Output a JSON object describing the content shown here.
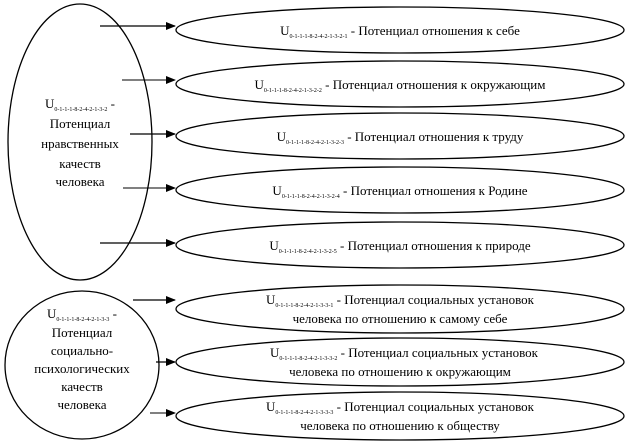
{
  "groups": [
    {
      "parent": {
        "symbol": "U",
        "subscript": "0-1-1-1-8-2-4-2-1-3-2",
        "dash": " -",
        "lines": [
          "Потенциал",
          "нравственных",
          "качеств",
          "человека"
        ]
      },
      "children": [
        {
          "symbol": "U",
          "subscript": "0-1-1-1-8-2-4-2-1-3-2-1",
          "lines": [
            " - Потенциал отношения к себе"
          ]
        },
        {
          "symbol": "U",
          "subscript": "0-1-1-1-8-2-4-2-1-3-2-2",
          "lines": [
            " - Потенциал отношения к окружающим"
          ]
        },
        {
          "symbol": "U",
          "subscript": "0-1-1-1-8-2-4-2-1-3-2-3",
          "lines": [
            " - Потенциал отношения к труду"
          ]
        },
        {
          "symbol": "U",
          "subscript": "0-1-1-1-8-2-4-2-1-3-2-4",
          "lines": [
            " - Потенциал отношения к Родине"
          ]
        },
        {
          "symbol": "U",
          "subscript": "0-1-1-1-8-2-4-2-1-3-2-5",
          "lines": [
            " - Потенциал отношения к природе"
          ]
        }
      ]
    },
    {
      "parent": {
        "symbol": "U",
        "subscript": "0-1-1-1-8-2-4-2-1-3-3",
        "dash": " -",
        "lines": [
          "Потенциал",
          "социально-",
          "психологических",
          "качеств",
          "человека"
        ]
      },
      "children": [
        {
          "symbol": "U",
          "subscript": "0-1-1-1-8-2-4-2-1-3-3-1",
          "lines": [
            " - Потенциал социальных установок",
            "человека по отношению к самому себе"
          ]
        },
        {
          "symbol": "U",
          "subscript": "0-1-1-1-8-2-4-2-1-3-3-2",
          "lines": [
            " - Потенциал социальных установок",
            "человека по отношению к окружающим"
          ]
        },
        {
          "symbol": "U",
          "subscript": "0-1-1-1-8-2-4-2-1-3-3-3",
          "lines": [
            " - Потенциал социальных установок",
            "человека по отношению к обществу"
          ]
        }
      ]
    }
  ]
}
